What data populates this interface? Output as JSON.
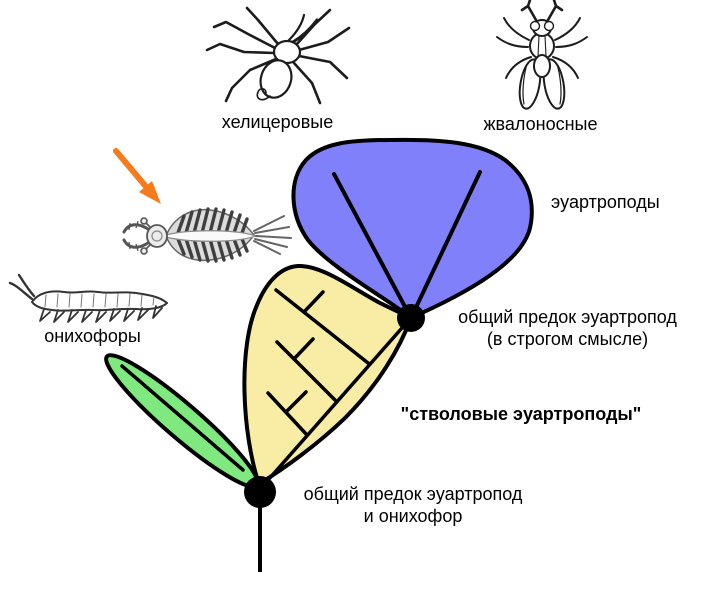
{
  "colors": {
    "crown_group_fill": "#8080FA",
    "stem_group_fill": "#F9EDA6",
    "onychophora_fill": "#7FE97F",
    "arrow": "#F57B1D",
    "node": "#000000"
  },
  "labels": {
    "chelicerates": "хелицеровые",
    "mandibulates": "жвалоносные",
    "euarthropods": "эуартроподы",
    "onychophorans": "онихофоры",
    "stem_euarthropods": "\"стволовые эуартроподы\"",
    "crown_ancestor": {
      "line1": "общий предок эуартропод",
      "line2": "(в строгом смысле)"
    },
    "root_ancestor": {
      "line1": "общий предок эуартропод",
      "line2": "и онихофор"
    }
  },
  "icons": {
    "spider": "spider-line-drawing",
    "fly": "fly-line-drawing",
    "anomalocaris": "anomalocaris-line-drawing",
    "velvet_worm": "velvet-worm-line-drawing"
  }
}
